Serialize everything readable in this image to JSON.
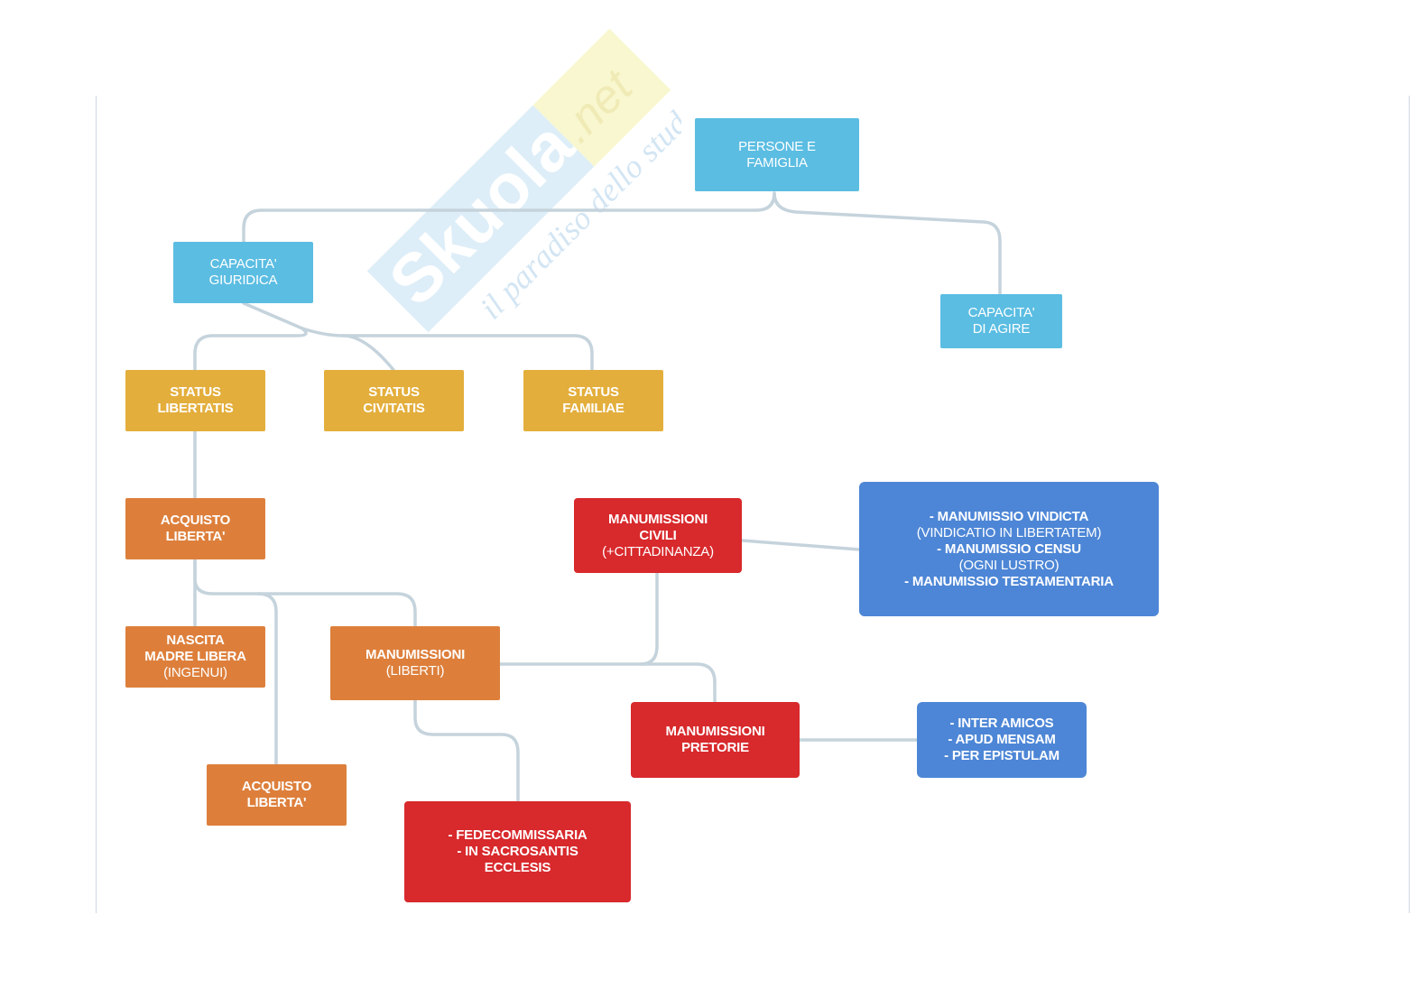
{
  "watermark": {
    "brand": "Skuola",
    "suffix": ".net",
    "tagline": "il paradiso dello studente"
  },
  "nodes": {
    "root": {
      "lines": [
        "PERSONE E",
        "FAMIGLIA"
      ]
    },
    "capacita_giuridica": {
      "lines": [
        "CAPACITA'",
        "GIURIDICA"
      ]
    },
    "capacita_agire": {
      "lines": [
        "CAPACITA'",
        "DI AGIRE"
      ]
    },
    "status_libertatis": {
      "lines": [
        "STATUS",
        "LIBERTATIS"
      ]
    },
    "status_civitatis": {
      "lines": [
        "STATUS",
        "CIVITATIS"
      ]
    },
    "status_familiae": {
      "lines": [
        "STATUS",
        "FAMILIAE"
      ]
    },
    "acquisto_liberta_1": {
      "lines": [
        "ACQUISTO",
        "LIBERTA'"
      ]
    },
    "nascita": {
      "lines": [
        "NASCITA",
        "MADRE LIBERA",
        "(INGENUI)"
      ]
    },
    "manumissioni_liberti": {
      "lines": [
        "MANUMISSIONI",
        "(LIBERTI)"
      ]
    },
    "acquisto_liberta_2": {
      "lines": [
        "ACQUISTO",
        "LIBERTA'"
      ]
    },
    "fedecommissaria": {
      "lines": [
        "- FEDECOMMISSARIA",
        "- IN SACROSANTIS",
        "ECCLESIS"
      ]
    },
    "manumissioni_civili": {
      "lines": [
        "MANUMISSIONI",
        "CIVILI",
        "(+CITTADINANZA)"
      ]
    },
    "civili_list": {
      "lines": [
        "-  MANUMISSIO VINDICTA",
        "(VINDICATIO IN LIBERTATEM)",
        "- MANUMISSIO CENSU",
        "(OGNI LUSTRO)",
        "- MANUMISSIO TESTAMENTARIA"
      ]
    },
    "manumissioni_pretorie": {
      "lines": [
        "MANUMISSIONI",
        "PRETORIE"
      ]
    },
    "pretorie_list": {
      "lines": [
        "-  INTER AMICOS",
        "- APUD MENSAM",
        "- PER EPISTULAM"
      ]
    }
  }
}
